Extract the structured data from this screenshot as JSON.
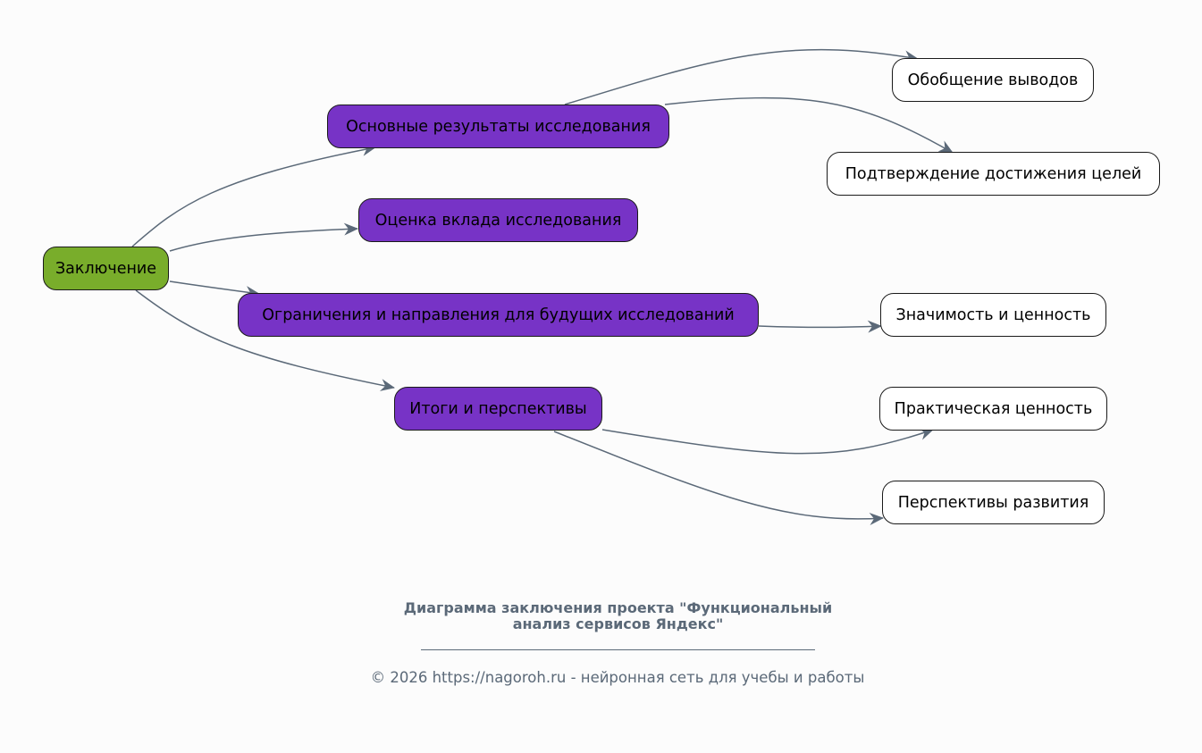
{
  "diagram": {
    "type": "mindmap",
    "colors": {
      "root": "#79ad2b",
      "mid": "#7733c6",
      "leaf": "#ffffff",
      "edge": "#5b6978",
      "border": "#1a1a1a",
      "caption": "#5b6978"
    },
    "nodes": {
      "root": "Заключение",
      "main_results": "Основные результаты исследования",
      "contribution": "Оценка вклада исследования",
      "limitations": "Ограничения и направления для будущих исследований",
      "outcomes": "Итоги и перспективы",
      "generalization": "Обобщение выводов",
      "goals_confirmed": "Подтверждение достижения целей",
      "significance": "Значимость и ценность",
      "practical_value": "Практическая ценность",
      "development": "Перспективы развития"
    },
    "edges": [
      [
        "root",
        "main_results"
      ],
      [
        "root",
        "contribution"
      ],
      [
        "root",
        "limitations"
      ],
      [
        "root",
        "outcomes"
      ],
      [
        "main_results",
        "generalization"
      ],
      [
        "main_results",
        "goals_confirmed"
      ],
      [
        "limitations",
        "significance"
      ],
      [
        "outcomes",
        "practical_value"
      ],
      [
        "outcomes",
        "development"
      ]
    ]
  },
  "caption": {
    "title_line1": "Диаграмма заключения проекта \"Функциональный",
    "title_line2": "анализ сервисов Яндекс\"",
    "footer": "© 2026 https://nagoroh.ru - нейронная сеть для учебы и работы"
  }
}
